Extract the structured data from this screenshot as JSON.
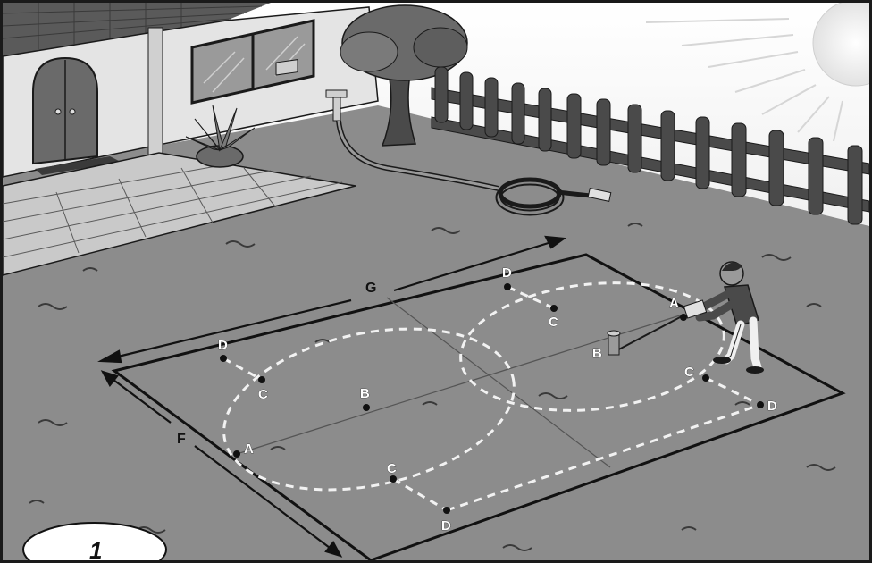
{
  "figure": {
    "number": "1",
    "dimension_labels": {
      "G": "G",
      "F": "F"
    },
    "points": [
      {
        "id": "A",
        "label": "A"
      },
      {
        "id": "B",
        "label": "B"
      },
      {
        "id": "C",
        "label": "C"
      },
      {
        "id": "D",
        "label": "D"
      }
    ]
  },
  "colors": {
    "lawn": "#8a8a8a",
    "dashed_path": "#f2f2f2",
    "outline": "#1a1a1a",
    "sky": "#ffffff"
  }
}
